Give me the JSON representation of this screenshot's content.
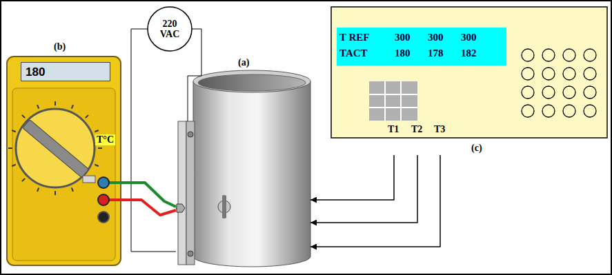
{
  "diagram": {
    "nodes": [
      {
        "text": [
          "(b)",
          "T°C"
        ]
      },
      {
        "text": [
          "180"
        ],
        "in": 0
      },
      {
        "text": [
          "220 VAC"
        ]
      },
      {
        "text": [
          "(a)"
        ]
      },
      {
        "text": [
          "T1",
          "T2",
          "T3",
          "(c)"
        ]
      },
      {
        "text": [
          "T REF",
          "300",
          "300",
          "300",
          "TACT",
          "180",
          "178",
          "182"
        ],
        "in": 4
      }
    ],
    "edges": [
      {
        "from": 4,
        "to": 3,
        "arrow": "to"
      },
      {
        "from": 4,
        "to": 3,
        "arrow": "to"
      },
      {
        "from": 4,
        "to": 3,
        "arrow": "to"
      },
      {
        "from": 2,
        "to": 3,
        "arrow": "none"
      },
      {
        "from": 2,
        "to": 3,
        "arrow": "none"
      },
      {
        "from": 0,
        "to": 3,
        "arrow": "none"
      },
      {
        "from": 0,
        "to": 3,
        "arrow": "none"
      }
    ]
  }
}
